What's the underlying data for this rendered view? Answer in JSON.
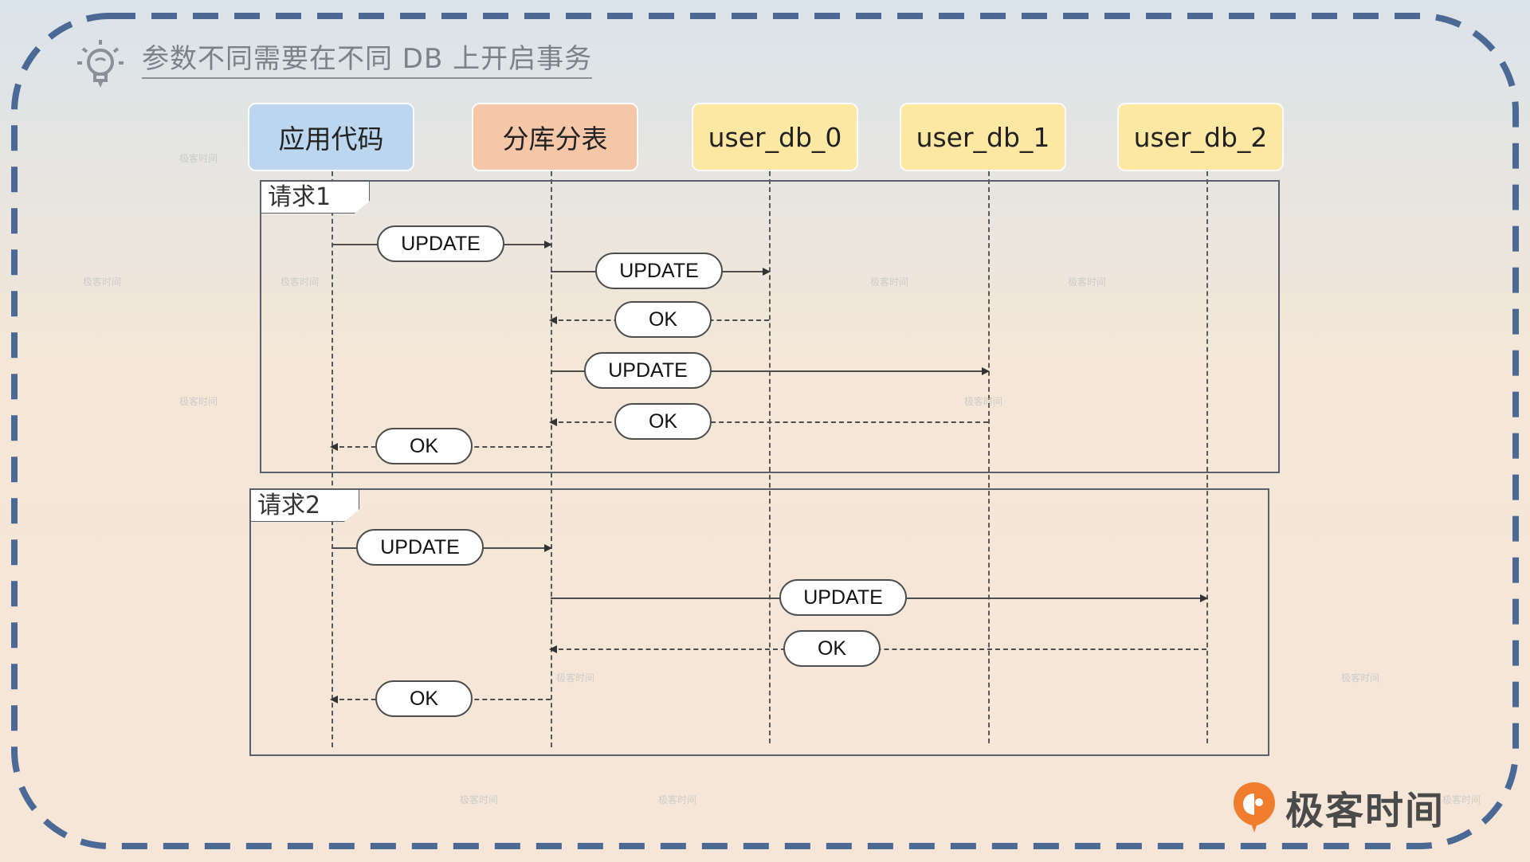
{
  "title": "参数不同需要在不同 DB 上开启事务",
  "participants": [
    {
      "label": "应用代码",
      "fill": "#bcd6ef",
      "icon": ""
    },
    {
      "label": "分库分表",
      "fill": "#f5c6a8",
      "icon": ""
    },
    {
      "label": "user_db_0",
      "fill": "#fde8a3",
      "icon": ""
    },
    {
      "label": "user_db_1",
      "fill": "#fde8a3",
      "icon": ""
    },
    {
      "label": "user_db_2",
      "fill": "#fde8a3",
      "icon": ""
    }
  ],
  "frames": [
    {
      "label": "请求1",
      "messages": [
        {
          "from": 0,
          "to": 1,
          "label": "UPDATE",
          "style": "solid"
        },
        {
          "from": 1,
          "to": 2,
          "label": "UPDATE",
          "style": "solid"
        },
        {
          "from": 2,
          "to": 1,
          "label": "OK",
          "style": "dashed"
        },
        {
          "from": 1,
          "to": 3,
          "label": "UPDATE",
          "style": "solid"
        },
        {
          "from": 3,
          "to": 1,
          "label": "OK",
          "style": "dashed"
        },
        {
          "from": 1,
          "to": 0,
          "label": "OK",
          "style": "dashed"
        }
      ]
    },
    {
      "label": "请求2",
      "messages": [
        {
          "from": 0,
          "to": 1,
          "label": "UPDATE",
          "style": "solid"
        },
        {
          "from": 1,
          "to": 4,
          "label": "UPDATE",
          "style": "solid"
        },
        {
          "from": 4,
          "to": 1,
          "label": "OK",
          "style": "dashed"
        },
        {
          "from": 1,
          "to": 0,
          "label": "OK",
          "style": "dashed"
        }
      ]
    }
  ],
  "branding": {
    "logo_text": "极客时间",
    "watermark_text": "极客时间",
    "accent_color": "#f07c2e",
    "border_color": "#4b6994"
  },
  "icons": {
    "title_icon": "lightbulb-icon",
    "logo_icon": "geektime-logo-icon"
  }
}
